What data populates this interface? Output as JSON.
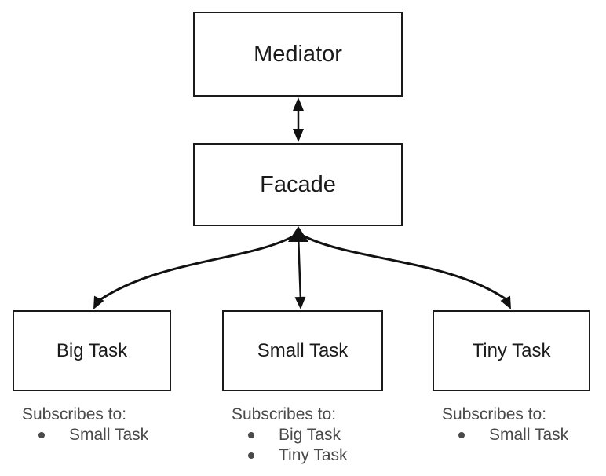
{
  "diagram": {
    "nodes": {
      "mediator": {
        "label": "Mediator"
      },
      "facade": {
        "label": "Facade"
      },
      "big_task": {
        "label": "Big Task",
        "subscribes_heading": "Subscribes to:",
        "subscriptions": [
          "Small Task"
        ]
      },
      "small_task": {
        "label": "Small Task",
        "subscribes_heading": "Subscribes to:",
        "subscriptions": [
          "Big Task",
          "Tiny Task"
        ]
      },
      "tiny_task": {
        "label": "Tiny Task",
        "subscribes_heading": "Subscribes to:",
        "subscriptions": [
          "Small Task"
        ]
      }
    },
    "edges": [
      {
        "from": "Mediator",
        "to": "Facade",
        "bidirectional": true
      },
      {
        "from": "Facade",
        "to": "Big Task",
        "bidirectional": true
      },
      {
        "from": "Facade",
        "to": "Small Task",
        "bidirectional": true
      },
      {
        "from": "Facade",
        "to": "Tiny Task",
        "bidirectional": true
      }
    ],
    "colors": {
      "background": "#ffffff",
      "box_fill": "#ffffff",
      "box_border": "#1a1a1a",
      "box_text": "#1a1a1a",
      "arrow": "#111111",
      "subscribe_text": "#4a4a4a"
    }
  }
}
